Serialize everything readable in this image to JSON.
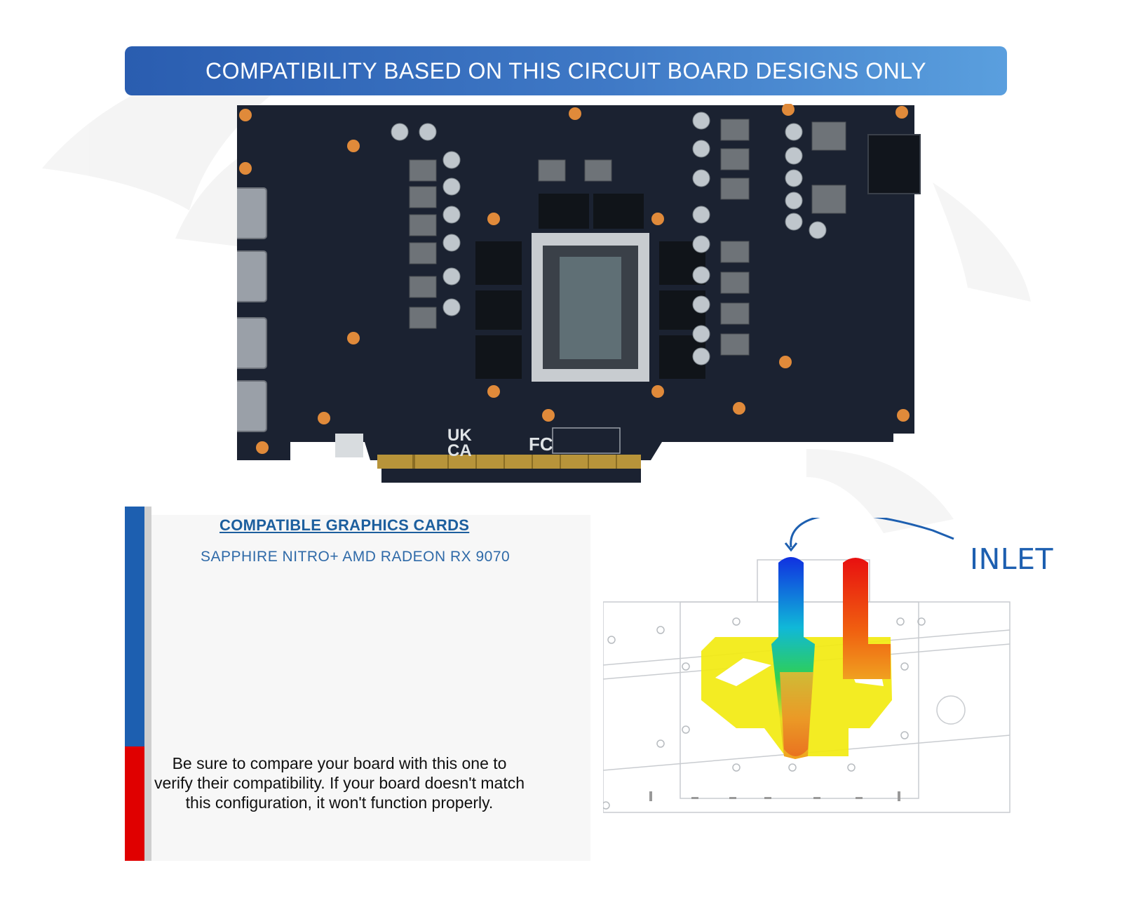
{
  "banner": {
    "title": "COMPATIBILITY BASED ON THIS CIRCUIT BOARD DESIGNS ONLY"
  },
  "compat": {
    "heading": "COMPATIBLE GRAPHICS CARDS",
    "models": [
      "SAPPHIRE NITRO+ AMD RADEON RX 9070"
    ]
  },
  "note": "Be sure to compare your board with this one to verify their compatibility. If your board doesn't match this configuration, it won't function properly.",
  "diagram": {
    "inlet_label": "INLET"
  },
  "board": {
    "marking_uk": "UK",
    "marking_ca": "CA",
    "marking_fc": "FC"
  },
  "colors": {
    "banner_start": "#2a5db0",
    "banner_end": "#5a9fde",
    "accent_blue": "#1d5fb0",
    "accent_red": "#e00000",
    "pcb": "#1b2231"
  }
}
